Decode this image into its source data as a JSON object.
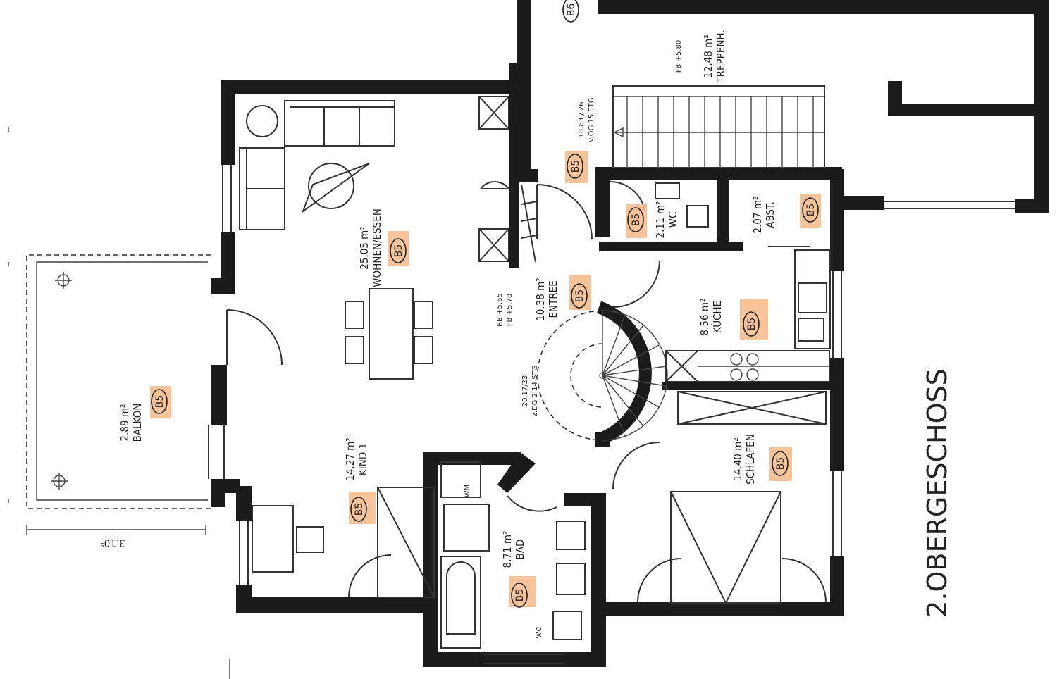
{
  "floor_title": "2.OBERGESCHOSS",
  "rooms": [
    {
      "id": "balkon",
      "area": "2.89 m²",
      "name": "BALKON",
      "badge": "B5"
    },
    {
      "id": "wohnen",
      "area": "25.05 m²",
      "name": "WOHNEN/ESSEN",
      "badge": "B5"
    },
    {
      "id": "kind",
      "area": "14.27 m²",
      "name": "KIND 1",
      "badge": "B5"
    },
    {
      "id": "entree",
      "area": "10.38 m²",
      "name": "ENTREE",
      "badge": "B5"
    },
    {
      "id": "bad",
      "area": "8.71 m²",
      "name": "BAD",
      "badge": "B5"
    },
    {
      "id": "wc",
      "area": "2.11 m²",
      "name": "WC",
      "badge": "B5"
    },
    {
      "id": "abst",
      "area": "2.07 m²",
      "name": "ABST.",
      "badge": "B5"
    },
    {
      "id": "kuche",
      "area": "8.56 m²",
      "name": "KÜCHE",
      "badge": "B5"
    },
    {
      "id": "schlafen",
      "area": "14.40 m²",
      "name": "SCHLAFEN",
      "badge": "B5"
    },
    {
      "id": "treppenh",
      "area": "12.48 m²",
      "name": "TREPPENH.",
      "badge": "B6"
    }
  ],
  "notes": {
    "stair_main_1": "18.83 / 26",
    "stair_main_2": "v.OG 15 STG",
    "stair_spiral_1": "20.17/23",
    "stair_spiral_2": "z.DG 2  14 STG",
    "fb_treppenh": "FB +5.80",
    "rb_entree": "RB +5.65",
    "fb_entree": "FB +5.78",
    "dimension": "3.10⁵",
    "bad_wm": "WM",
    "bad_wc": "WC"
  }
}
